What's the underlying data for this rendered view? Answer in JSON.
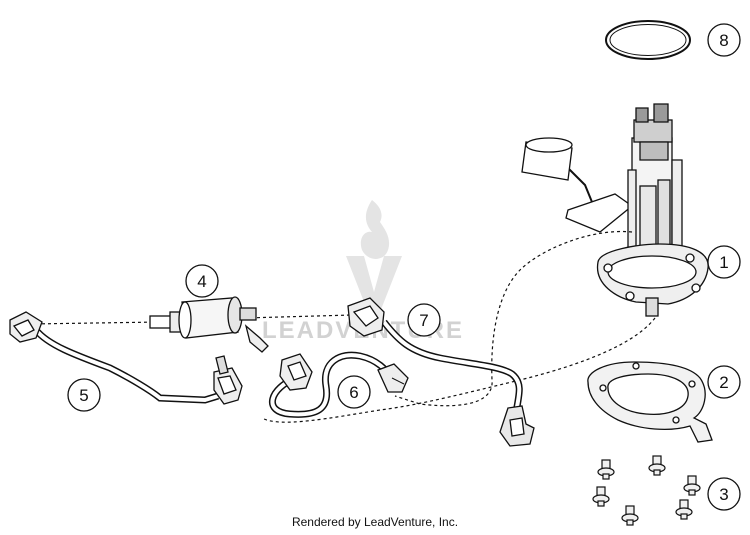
{
  "callouts": [
    {
      "number": "1",
      "part": "fuel pump assembly"
    },
    {
      "number": "2",
      "part": "gasket"
    },
    {
      "number": "3",
      "part": "screws"
    },
    {
      "number": "4",
      "part": "fuel filter"
    },
    {
      "number": "5",
      "part": "fuel hose"
    },
    {
      "number": "6",
      "part": "fuel hose"
    },
    {
      "number": "7",
      "part": "fuel hose"
    },
    {
      "number": "8",
      "part": "o-ring"
    }
  ],
  "watermark": {
    "text": "LEADVENTURE"
  },
  "footer": {
    "credit": "Rendered by LeadVenture, Inc."
  }
}
